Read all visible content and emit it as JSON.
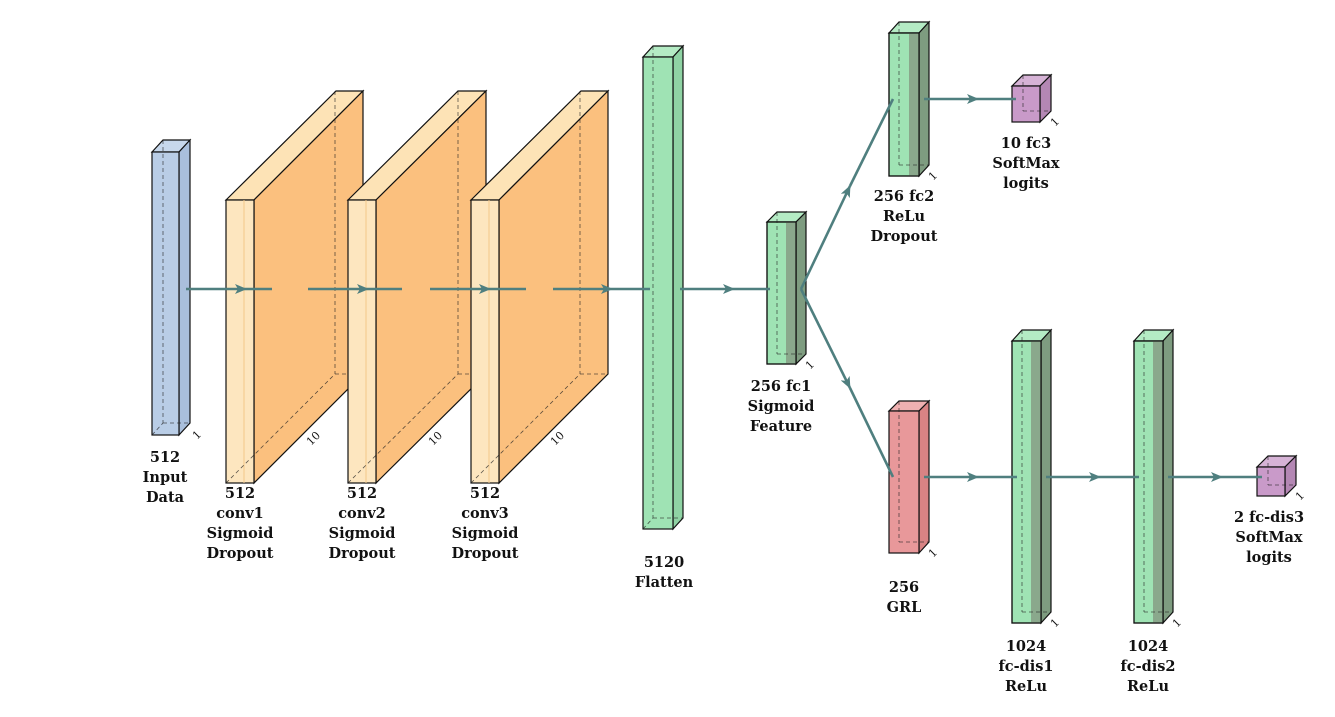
{
  "layers": {
    "input": {
      "lines": [
        "512",
        "Input",
        "Data"
      ],
      "depth_label": "1"
    },
    "conv1": {
      "lines": [
        "512",
        "conv1",
        "Sigmoid",
        "Dropout"
      ],
      "depth_label": "10"
    },
    "conv2": {
      "lines": [
        "512",
        "conv2",
        "Sigmoid",
        "Dropout"
      ],
      "depth_label": "10"
    },
    "conv3": {
      "lines": [
        "512",
        "conv3",
        "Sigmoid",
        "Dropout"
      ],
      "depth_label": "10"
    },
    "flatten": {
      "lines": [
        "5120",
        "Flatten"
      ],
      "depth_label": ""
    },
    "fc1": {
      "lines": [
        "256 fc1",
        "Sigmoid",
        "Feature"
      ],
      "depth_label": "1"
    },
    "fc2": {
      "lines": [
        "256 fc2",
        "ReLu",
        "Dropout"
      ],
      "depth_label": "1"
    },
    "fc3": {
      "lines": [
        "10 fc3",
        "SoftMax",
        "logits"
      ],
      "depth_label": "1"
    },
    "grl": {
      "lines": [
        "256",
        "GRL"
      ],
      "depth_label": "1"
    },
    "fcdis1": {
      "lines": [
        "1024",
        "fc-dis1",
        "ReLu"
      ],
      "depth_label": "1"
    },
    "fcdis2": {
      "lines": [
        "1024",
        "fc-dis2",
        "ReLu"
      ],
      "depth_label": "1"
    },
    "fcdis3": {
      "lines": [
        "2 fc-dis3",
        "SoftMax",
        "logits"
      ],
      "depth_label": "1"
    }
  },
  "colors": {
    "input": "#b9cde6",
    "conv_light": "#fde6bf",
    "conv": "#fbc07e",
    "fc": "#9fe3b4",
    "fc_dark": "#8aa88c",
    "grl": "#e8989a",
    "softmax": "#c99ac9",
    "arrow": "#4f7f7f"
  }
}
